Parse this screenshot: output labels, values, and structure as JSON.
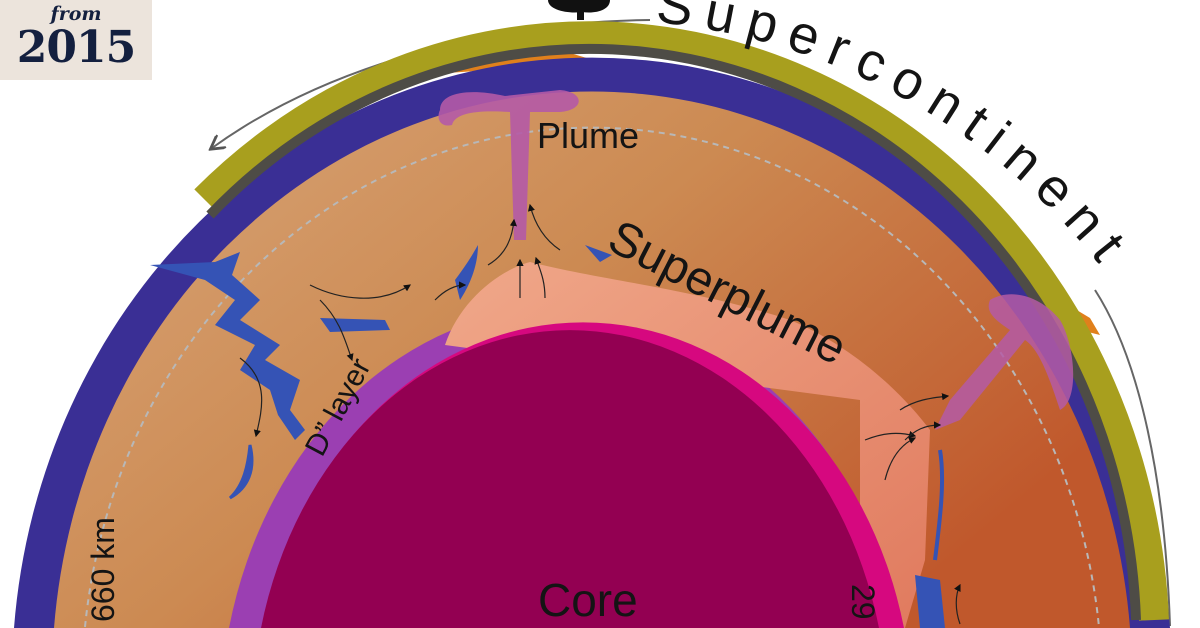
{
  "badge": {
    "prefix": "from",
    "year": "2015"
  },
  "labels": {
    "supercontinent": "Supercontinent",
    "plume": "Plume",
    "superplume": "Superplume",
    "d_layer": "D” layer",
    "depth_660": "660 km",
    "depth_partial": "29",
    "core": "Core"
  },
  "colors": {
    "crust_olive": "#a89f1e",
    "lithosphere_gray": "#4e4c46",
    "mantle": "#c8834e",
    "core": "#930052",
    "d_layer": "#9b3fb2",
    "superplume": "#e89478",
    "slab_blue": "#3553b5",
    "plume_purple": "#b45aa6",
    "badge_bg": "#ece4dc",
    "badge_text": "#14203f"
  }
}
